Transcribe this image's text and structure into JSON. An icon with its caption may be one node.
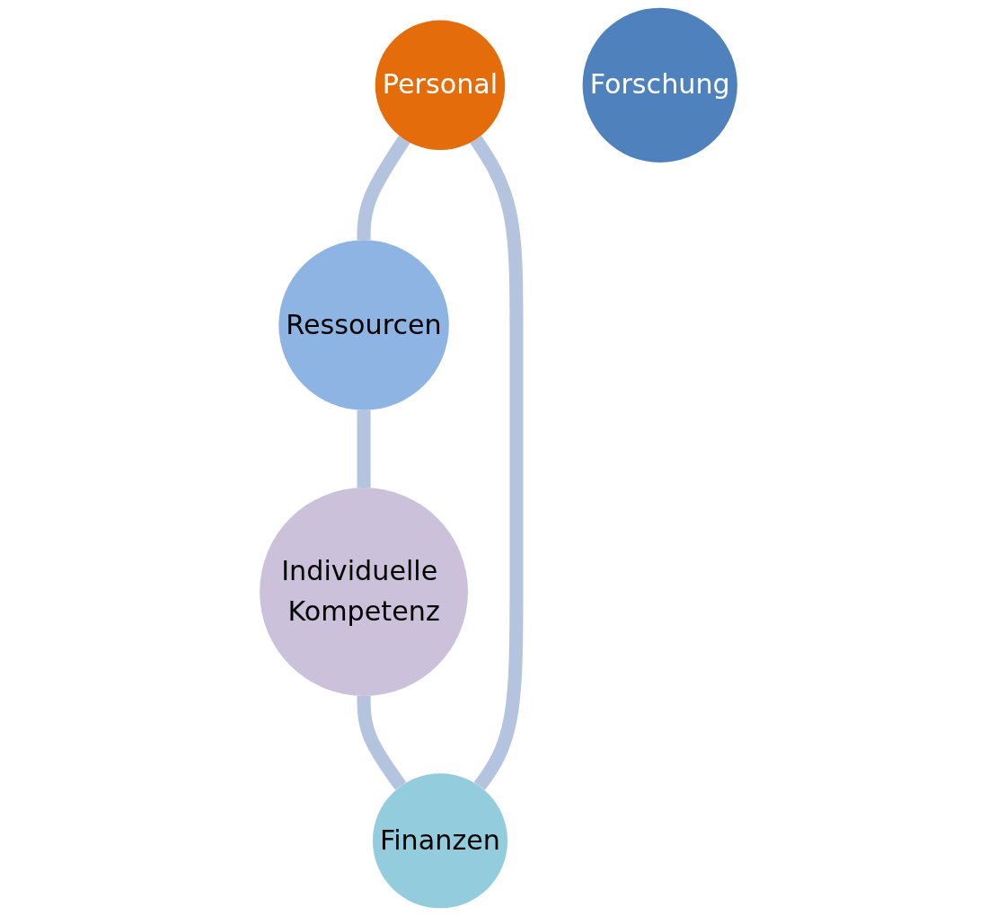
{
  "diagram": {
    "nodes": [
      {
        "text": [
          "Personal"
        ]
      },
      {
        "text": [
          "Finanzen"
        ]
      },
      {
        "text": [
          "Forschung"
        ]
      },
      {
        "text": [
          "Ressourcen"
        ]
      },
      {
        "text": [
          "Individuelle Kompetenz"
        ]
      }
    ],
    "edges": [
      {
        "from": 0,
        "to": 3,
        "arrow": "none"
      },
      {
        "from": 3,
        "to": 4,
        "arrow": "none"
      },
      {
        "from": 4,
        "to": 1,
        "arrow": "none"
      },
      {
        "from": 1,
        "to": 0,
        "arrow": "none"
      }
    ]
  }
}
